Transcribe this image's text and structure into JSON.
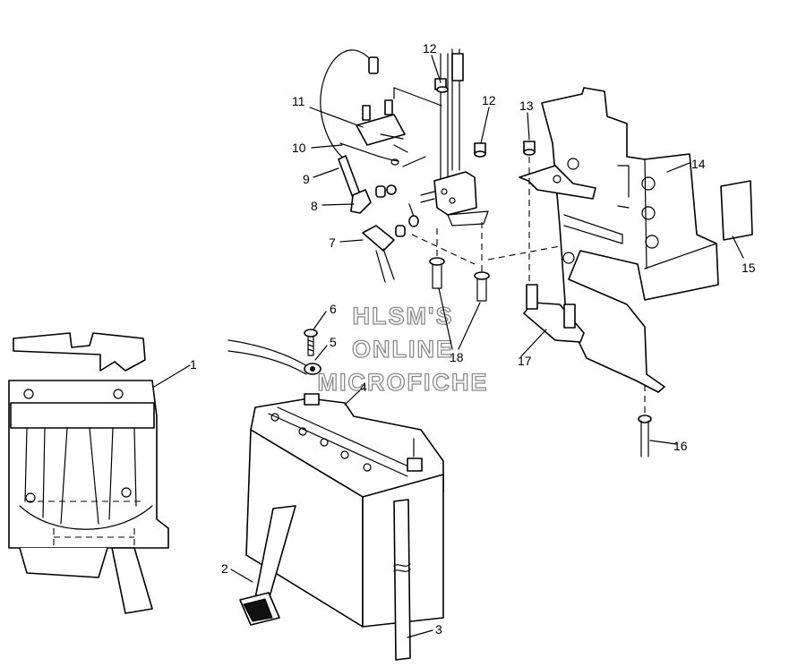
{
  "callouts": [
    {
      "id": "1",
      "label": "1"
    },
    {
      "id": "2",
      "label": "2"
    },
    {
      "id": "3",
      "label": "3"
    },
    {
      "id": "4",
      "label": "4"
    },
    {
      "id": "5",
      "label": "5"
    },
    {
      "id": "6",
      "label": "6"
    },
    {
      "id": "7",
      "label": "7"
    },
    {
      "id": "8",
      "label": "8"
    },
    {
      "id": "9",
      "label": "9"
    },
    {
      "id": "10",
      "label": "10"
    },
    {
      "id": "11",
      "label": "11"
    },
    {
      "id": "12a",
      "label": "12"
    },
    {
      "id": "12b",
      "label": "12"
    },
    {
      "id": "13",
      "label": "13"
    },
    {
      "id": "14",
      "label": "14"
    },
    {
      "id": "15",
      "label": "15"
    },
    {
      "id": "16",
      "label": "16"
    },
    {
      "id": "17",
      "label": "17"
    },
    {
      "id": "18",
      "label": "18"
    }
  ],
  "watermark": {
    "line1": "HLSM'S",
    "line2": "ONLINE",
    "line3": "MICROFICHE",
    "color": "#8a8a8a"
  },
  "colors": {
    "line": "#000000",
    "background": "#ffffff"
  }
}
